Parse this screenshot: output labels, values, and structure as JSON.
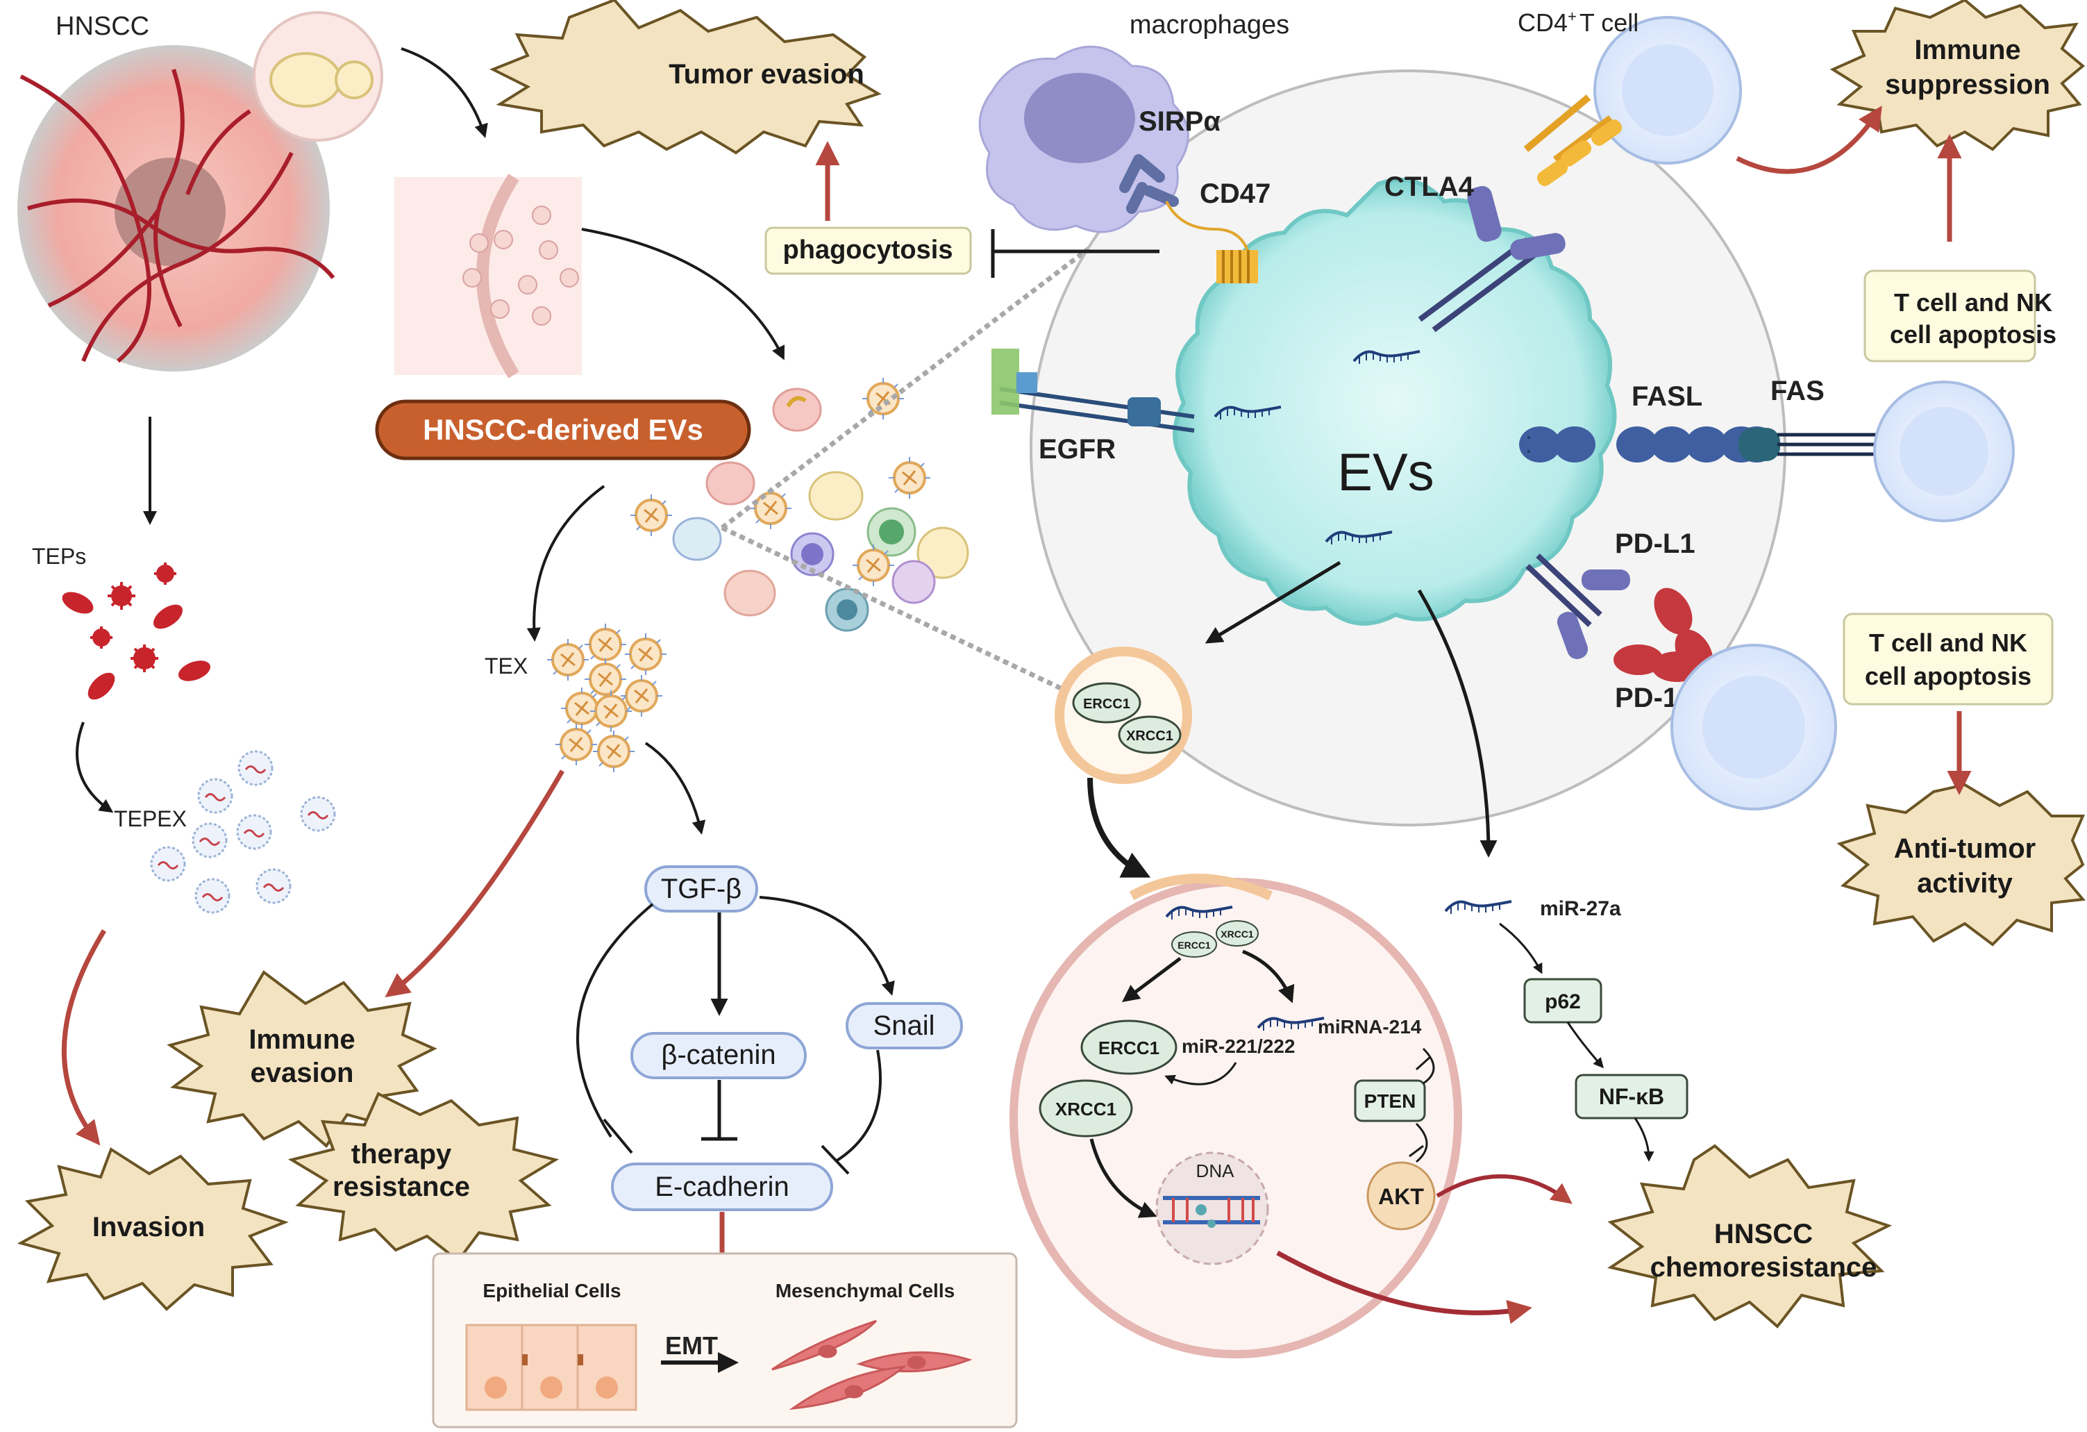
{
  "tumor": {
    "label": "HNSCC",
    "evs_banner": "HNSCC-derived EVs",
    "teps": "TEPs",
    "tepex": "TEPEX",
    "tex": "TEX"
  },
  "outcomes": {
    "tumor_evasion": "Tumor evasion",
    "immune_suppression_l1": "Immune",
    "immune_suppression_l2": "suppression",
    "immune_evasion_l1": "Immune",
    "immune_evasion_l2": "evasion",
    "therapy_resistance_l1": "therapy",
    "therapy_resistance_l2": "resistance",
    "invasion": "Invasion",
    "anti_tumor_l1": "Anti-tumor",
    "anti_tumor_l2": "activity",
    "chemoresistance_l1": "HNSCC",
    "chemoresistance_l2": "chemoresistance"
  },
  "immune": {
    "macrophages": "macrophages",
    "cd4_t_cell_prefix": "CD4",
    "cd4_t_cell_sup": "+",
    "cd4_t_cell_suffix": "T cell",
    "sirpa": "SIRPα",
    "cd47": "CD47",
    "ctla4": "CTLA4",
    "egfr": "EGFR",
    "fasl": "FASL",
    "fas": "FAS",
    "pdl1": "PD-L1",
    "pd1": "PD-1",
    "evs": "EVs",
    "phagocytosis": "phagocytosis",
    "apoptosis1_l1": "T cell and NK",
    "apoptosis1_l2": "cell apoptosis",
    "apoptosis2_l1": "T cell and NK",
    "apoptosis2_l2": "cell apoptosis"
  },
  "emt": {
    "tgfb": "TGF-β",
    "beta_catenin": "β-catenin",
    "snail": "Snail",
    "e_cadherin": "E-cadherin",
    "epithelial": "Epithelial Cells",
    "mesenchymal": "Mesenchymal Cells",
    "emt": "EMT"
  },
  "resistance": {
    "ercc1": "ERCC1",
    "xrcc1": "XRCC1",
    "mir221": "miR-221/222",
    "mir214": "miRNA-214",
    "pten": "PTEN",
    "akt": "AKT",
    "dna": "DNA",
    "mir27a": "miR-27a",
    "p62": "p62",
    "nfkb": "NF-κB"
  },
  "colors": {
    "arrow_black": "#1a1a1a",
    "arrow_red": "#b5473e",
    "burst_fill": "#f4e3c1",
    "burst_stroke": "#6b5424",
    "ev_cell": "#a9e3e0",
    "node_fill": "#e7eefb",
    "node_stroke": "#8ea6d6",
    "banner_fill": "#c8602e",
    "note_fill": "#fffbe0",
    "tumor": "#f2b3ac",
    "vessel": "#a81e2a"
  }
}
